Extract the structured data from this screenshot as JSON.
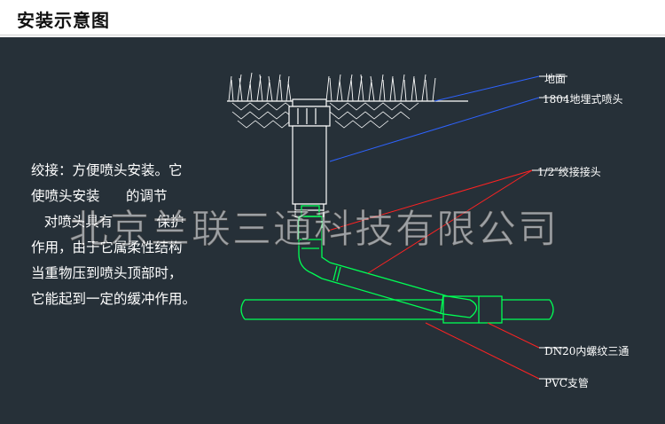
{
  "header": {
    "title": "安装示意图"
  },
  "diagram": {
    "description_lines": [
      "绞接：方便喷头安装。它",
      "使喷头安装      的调节",
      "   对喷头具有          保护",
      "作用，由于它属柔性结构",
      "当重物压到喷头顶部时，",
      "它能起到一定的缓冲作用。"
    ],
    "labels": {
      "ground": "地面",
      "sprinkler": "1804地埋式喷头",
      "swing_joint": "1/2″绞接接头",
      "tee": "DN20内螺纹三通",
      "pipe": "PVC支管"
    },
    "watermark": "北京兰联三通科技有限公司",
    "colors": {
      "background": "#263038",
      "component": "#00ff55",
      "leader_blue": "#2e63ff",
      "leader_red": "#ff2222",
      "text": "#ffffff"
    }
  }
}
